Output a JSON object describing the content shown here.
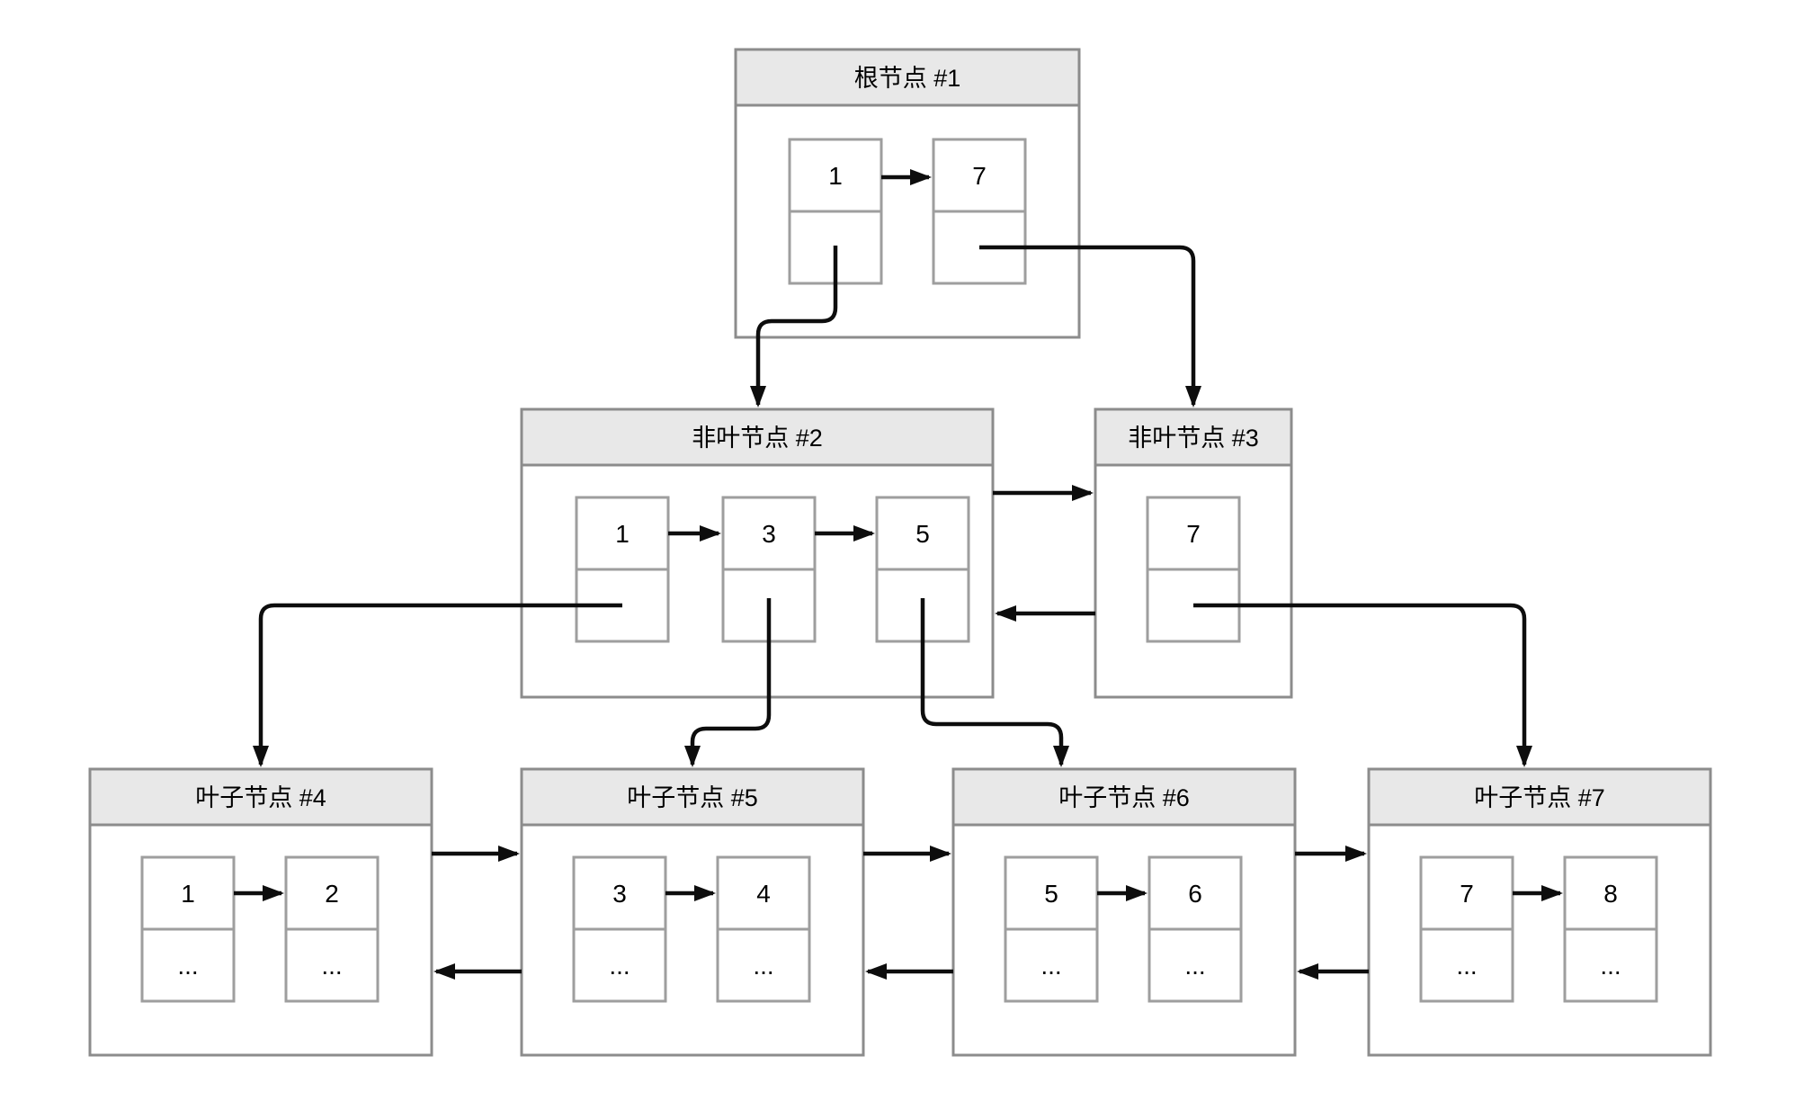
{
  "diagram_type": "b-plus-tree",
  "colors": {
    "node_border": "#8c8c8c",
    "cell_border": "#9e9e9e",
    "title_fill": "#e8e8e8",
    "node_fill": "#ffffff",
    "connector": "#0d0d0d",
    "text": "#000000",
    "background": "#ffffff"
  },
  "nodes": {
    "root": {
      "title": "根节点 #1",
      "keys": {
        "k1": "1",
        "k2": "7"
      }
    },
    "internal2": {
      "title": "非叶节点 #2",
      "keys": {
        "k1": "1",
        "k2": "3",
        "k3": "5"
      }
    },
    "internal3": {
      "title": "非叶节点 #3",
      "keys": {
        "k1": "7"
      }
    },
    "leaf4": {
      "title": "叶子节点 #4",
      "keys": {
        "k1": "1",
        "k2": "2"
      },
      "records": {
        "r1": "...",
        "r2": "..."
      }
    },
    "leaf5": {
      "title": "叶子节点 #5",
      "keys": {
        "k1": "3",
        "k2": "4"
      },
      "records": {
        "r1": "...",
        "r2": "..."
      }
    },
    "leaf6": {
      "title": "叶子节点 #6",
      "keys": {
        "k1": "5",
        "k2": "6"
      },
      "records": {
        "r1": "...",
        "r2": "..."
      }
    },
    "leaf7": {
      "title": "叶子节点 #7",
      "keys": {
        "k1": "7",
        "k2": "8"
      },
      "records": {
        "r1": "...",
        "r2": "..."
      }
    }
  }
}
